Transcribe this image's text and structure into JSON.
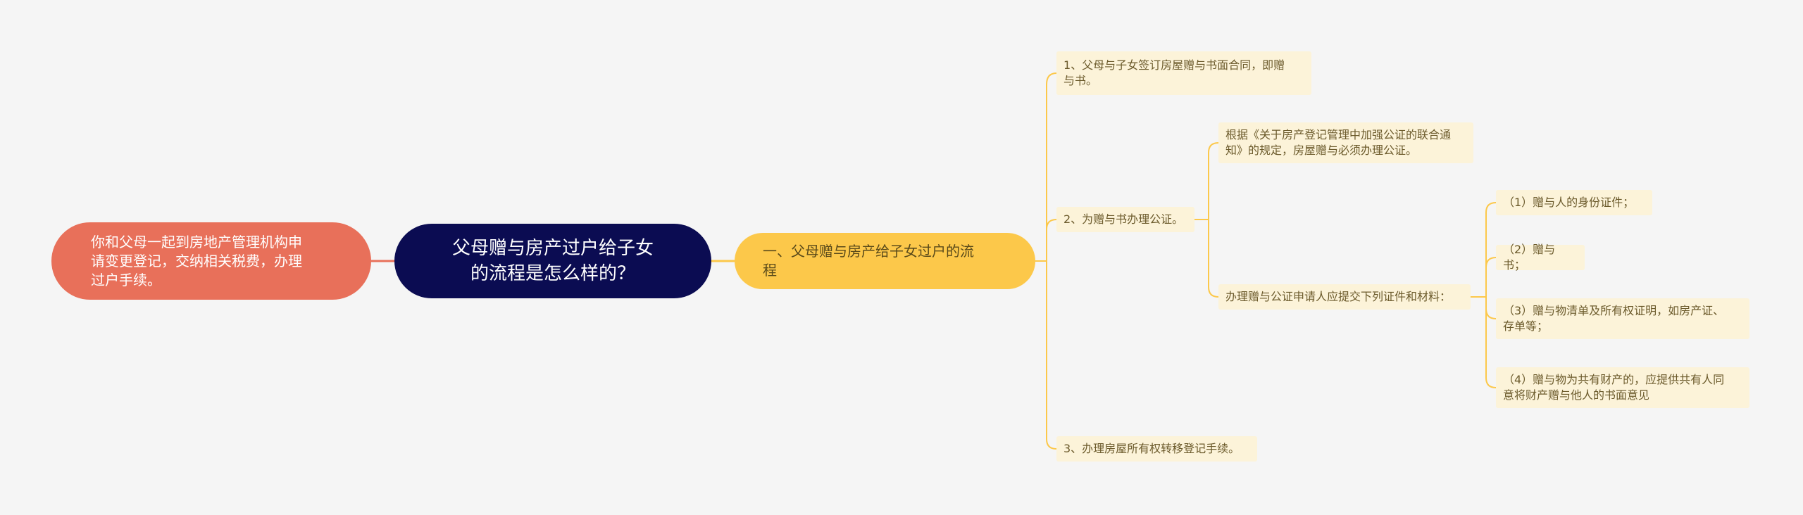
{
  "colors": {
    "background": "#f5f5f5",
    "center_fill": "#0b0c52",
    "left_fill": "#e8705a",
    "main_branch_fill": "#fcc84a",
    "leaf_fill": "#fcf3d9",
    "connector_left": "#e8705a",
    "connector_right": "#fcc84a"
  },
  "center": {
    "lines": [
      "父母赠与房产过户给子女",
      "的流程是怎么样的？"
    ]
  },
  "left_node": {
    "lines": [
      "你和父母一起到房地产管理机构申",
      "请变更登记，交纳相关税费，办理",
      "过户手续。"
    ]
  },
  "main_branch": {
    "lines": [
      "一、父母赠与房产给子女过户的流",
      "程"
    ]
  },
  "steps": {
    "step1": {
      "lines": [
        "1、父母与子女签订房屋赠与书面合同，即赠",
        "与书。"
      ]
    },
    "step2": {
      "lines": [
        "2、为赠与书办理公证。"
      ],
      "basis": {
        "lines": [
          "根据《关于房产登记管理中加强公证的联合通",
          "知》的规定，房屋赠与必须办理公证。"
        ]
      },
      "materials": {
        "lines": [
          "办理赠与公证申请人应提交下列证件和材料："
        ],
        "items": [
          {
            "lines": [
              "（1）赠与人的身份证件；"
            ]
          },
          {
            "lines": [
              "（2）赠与书；"
            ]
          },
          {
            "lines": [
              "（3）赠与物清单及所有权证明，如房产证、",
              "存单等；"
            ]
          },
          {
            "lines": [
              "（4）赠与物为共有财产的，应提供共有人同",
              "意将财产赠与他人的书面意见"
            ]
          }
        ]
      }
    },
    "step3": {
      "lines": [
        "3、办理房屋所有权转移登记手续。"
      ]
    }
  }
}
